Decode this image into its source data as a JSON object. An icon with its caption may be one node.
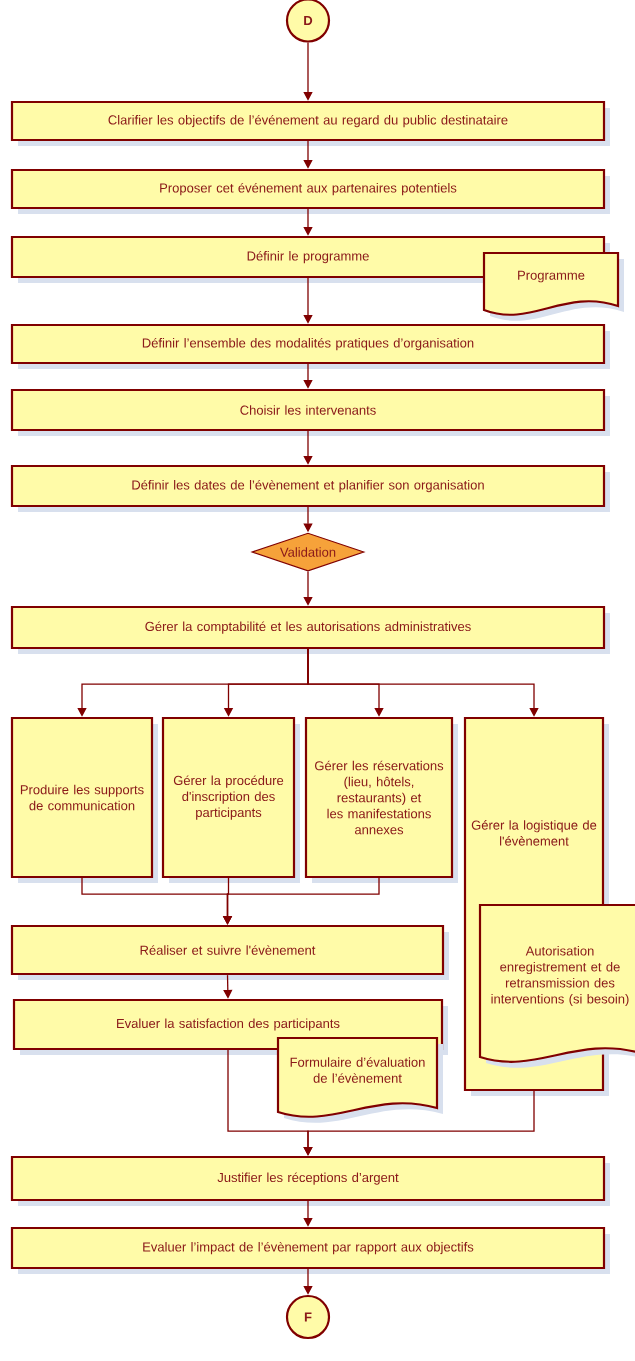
{
  "diagram": {
    "nodes": [
      {
        "text": [
          "D"
        ]
      },
      {
        "text": [
          "Clarifier les objectifs de l’événement au regard du public destinataire"
        ]
      },
      {
        "text": [
          "Proposer cet événement  aux partenaires potentiels"
        ]
      },
      {
        "text": [
          "Définir le programme"
        ]
      },
      {
        "text": [
          "Programme"
        ]
      },
      {
        "text": [
          "Définir l’ensemble des modalités pratiques d’organisation"
        ]
      },
      {
        "text": [
          "Choisir les intervenants"
        ]
      },
      {
        "text": [
          "Définir les dates de l’évènement et planifier son organisation"
        ]
      },
      {
        "text": [
          "Validation"
        ]
      },
      {
        "text": [
          "Gérer la comptabilité et les autorisations administratives"
        ]
      },
      {
        "text": [
          "Produire les supports de communication"
        ]
      },
      {
        "text": [
          "Gérer la procédure d'inscription des participants"
        ]
      },
      {
        "text": [
          "Gérer les réservations (lieu, hôtels, restaurants) et les manifestations annexes"
        ]
      },
      {
        "text": [
          "Gérer la logistique de l'évènement"
        ]
      },
      {
        "text": [
          "Autorisation enregistrement et de retransmission des interventions (si besoin)"
        ]
      },
      {
        "text": [
          "Réaliser et suivre l'évènement"
        ]
      },
      {
        "text": [
          "Evaluer la satisfaction des participants"
        ]
      },
      {
        "text": [
          "Formulaire d’évaluation de l’évènement"
        ]
      },
      {
        "text": [
          "Justifier les réceptions d’argent"
        ]
      },
      {
        "text": [
          "Evaluer l’impact de l’évènement par rapport aux objectifs"
        ]
      },
      {
        "text": [
          "F"
        ]
      }
    ],
    "edges": [
      {
        "from": 0,
        "to": 1,
        "arrow": "to"
      },
      {
        "from": 1,
        "to": 2,
        "arrow": "to"
      },
      {
        "from": 2,
        "to": 3,
        "arrow": "to"
      },
      {
        "from": 3,
        "to": 5,
        "arrow": "to"
      },
      {
        "from": 5,
        "to": 6,
        "arrow": "to"
      },
      {
        "from": 6,
        "to": 7,
        "arrow": "to"
      },
      {
        "from": 7,
        "to": 8,
        "arrow": "to"
      },
      {
        "from": 8,
        "to": 9,
        "arrow": "to"
      },
      {
        "from": 9,
        "to": 10,
        "arrow": "to"
      },
      {
        "from": 9,
        "to": 11,
        "arrow": "to"
      },
      {
        "from": 9,
        "to": 12,
        "arrow": "to"
      },
      {
        "from": 9,
        "to": 13,
        "arrow": "to"
      },
      {
        "from": 10,
        "to": 15,
        "arrow": "to"
      },
      {
        "from": 11,
        "to": 15,
        "arrow": "to"
      },
      {
        "from": 12,
        "to": 15,
        "arrow": "to"
      },
      {
        "from": 15,
        "to": 16,
        "arrow": "to"
      },
      {
        "from": 16,
        "to": 18,
        "arrow": "to"
      },
      {
        "from": 13,
        "to": 18,
        "arrow": "to"
      },
      {
        "from": 18,
        "to": 19,
        "arrow": "to"
      },
      {
        "from": 19,
        "to": 20,
        "arrow": "to"
      }
    ]
  }
}
